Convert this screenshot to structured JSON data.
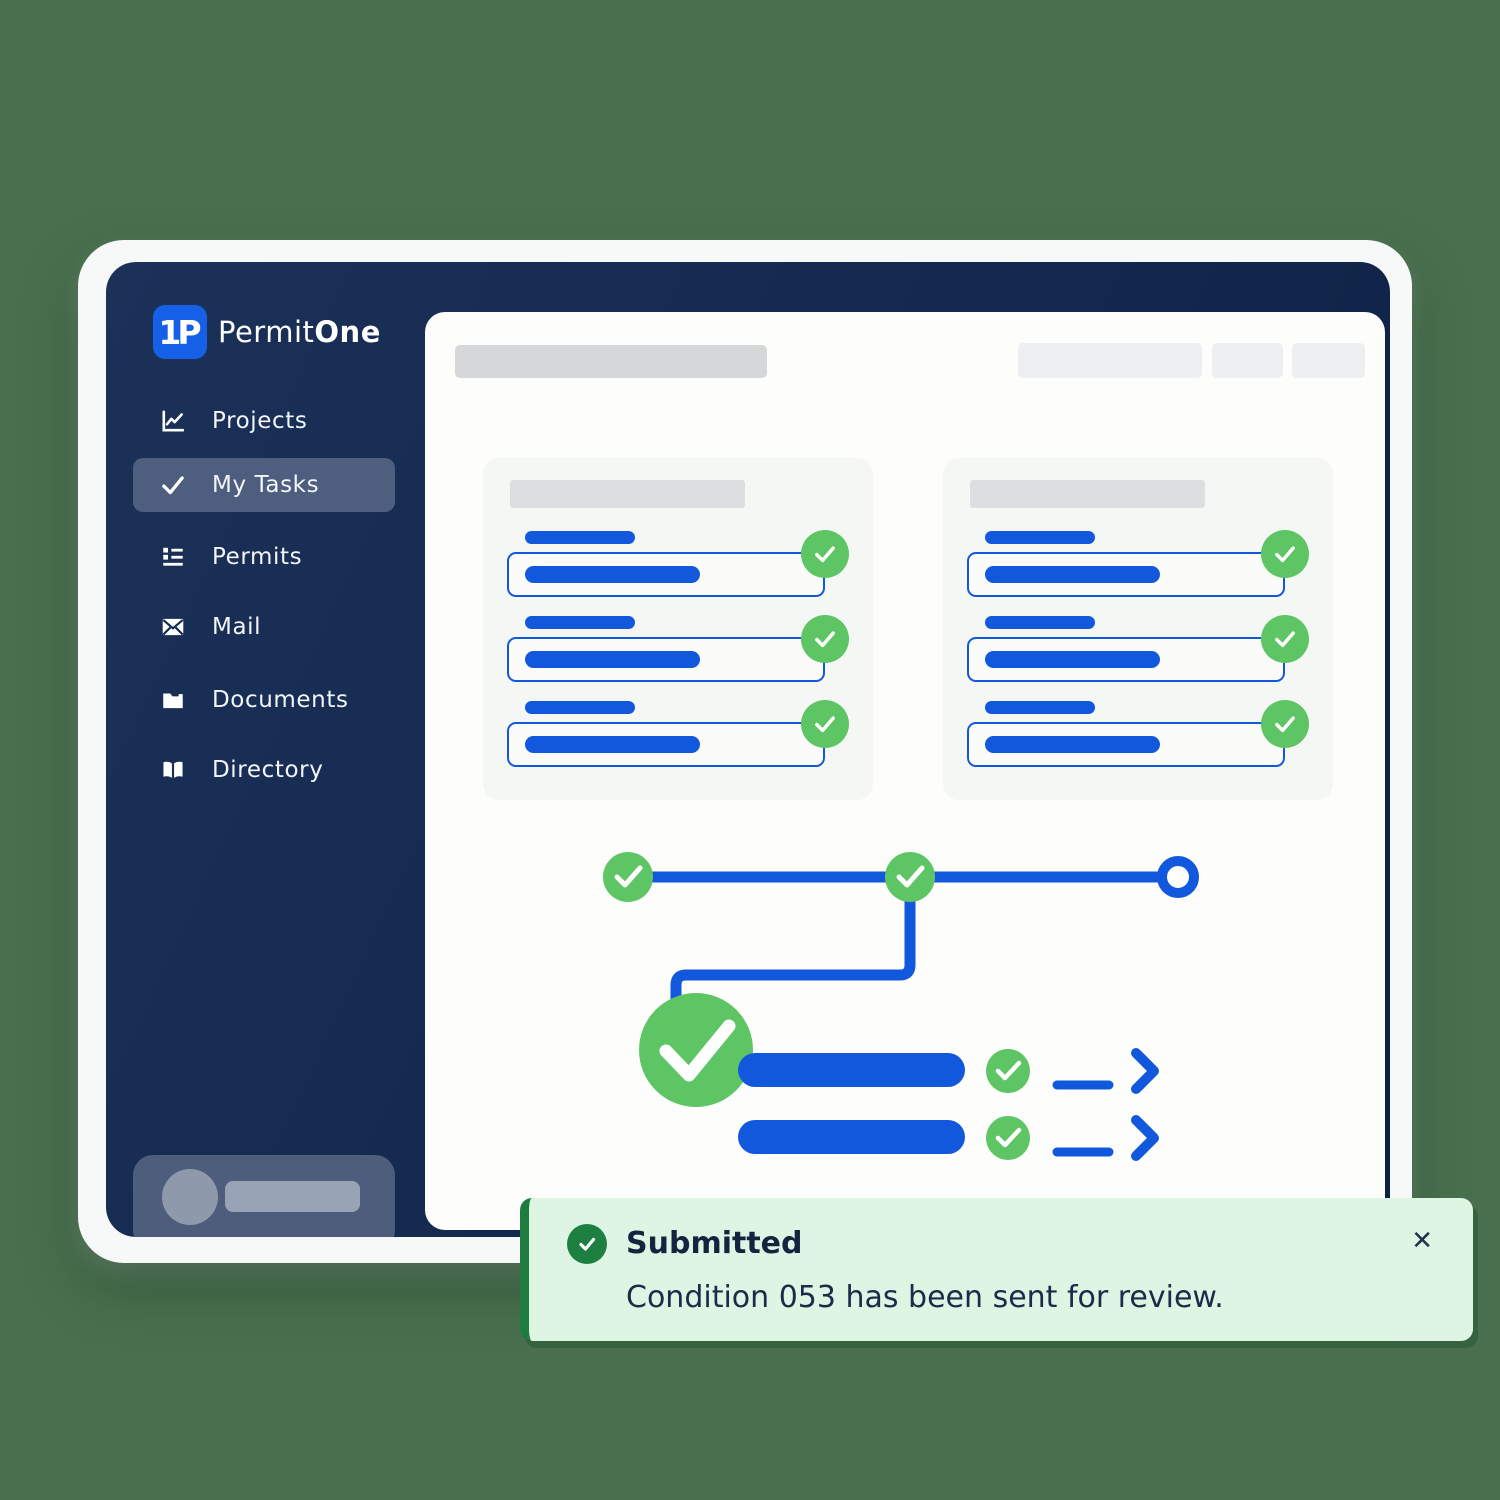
{
  "colors": {
    "page_background": "#48704E",
    "app_navy": "#142C52",
    "accent_blue": "#1158DC",
    "logo_blue": "#1560E6",
    "success_green": "#5DC564",
    "toast_background": "#DEF5E3",
    "toast_accent_green": "#1E7C3E",
    "text_dark_navy": "#14233F"
  },
  "brand": {
    "logo_glyph": "1P",
    "name_regular": "Permit",
    "name_bold": "One"
  },
  "sidebar": {
    "items": [
      {
        "label": "Projects",
        "icon": "line-chart-icon",
        "active": false
      },
      {
        "label": "My Tasks",
        "icon": "check-icon",
        "active": true
      },
      {
        "label": "Permits",
        "icon": "list-icon",
        "active": false
      },
      {
        "label": "Mail",
        "icon": "envelope-icon",
        "active": false
      },
      {
        "label": "Documents",
        "icon": "folder-icon",
        "active": false
      },
      {
        "label": "Directory",
        "icon": "book-icon",
        "active": false
      }
    ]
  },
  "toast": {
    "title": "Submitted",
    "message": "Condition 053 has been sent for review.",
    "close_glyph": "✕",
    "status_icon": "check-circle-icon"
  }
}
